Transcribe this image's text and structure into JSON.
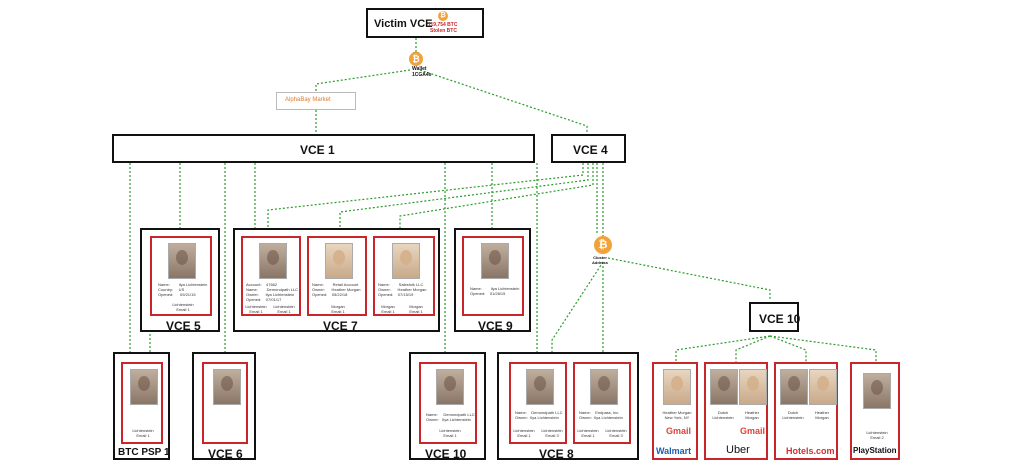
{
  "victim": {
    "title": "Victim VCE",
    "btc": "119,754 BTC",
    "stolen": "Stolen BTC"
  },
  "wallet": {
    "label": "Wallet\n1CGA4s"
  },
  "alphabay": {
    "label": "AlphaBay Market"
  },
  "vce1": "VCE 1",
  "vce4": "VCE 4",
  "cluster": {
    "label": "Cluster\nAddress"
  },
  "vce10_box": "VCE 10",
  "vce5": {
    "label": "VCE 5",
    "info": "Name:        Ilya Lichtenstein\nCountry:     US\nOpened:      09/21/15",
    "caption": "Lichtenstein\nEmail 1"
  },
  "vce7": {
    "label": "VCE 7",
    "c1": {
      "info": "Account:    47662\nName:        Demondpath LLC\nOwner:      Ilya Lichtenstein\nOpened:    07/01/17",
      "cap1": "Lichtenstein\nEmail 1",
      "cap2": "Lichtenstein\nEmail 1"
    },
    "c2": {
      "info": "Name:        Retail Account\nOwner:      Heather Morgan\nOpened:    05/22/18",
      "cap1": "Morgan\nEmail 1"
    },
    "c3": {
      "info": "Name:        Salesfolk LLC\nOwner:      Heather Morgan\nOpened:    07/15/19",
      "cap1": "Morgan\nEmail 1",
      "cap2": "Morgan\nEmail 1"
    }
  },
  "vce9": {
    "label": "VCE 9",
    "info": "Name:        Ilya Lichtenstein\nOpened:    01/28/15"
  },
  "btcpsp1": {
    "label": "BTC PSP 1",
    "caption": "Lichtenstein\nEmail 1"
  },
  "vce6": {
    "label": "VCE 6"
  },
  "vce10": {
    "label": "VCE 10",
    "info": "Name:     Demondpath LLC\nOwner:   Ilya Lichtenstein",
    "caption": "Lichtenstein\nEmail 1"
  },
  "vce8": {
    "label": "VCE 8",
    "c1": {
      "info": "Name:    Demondpath LLC\nOwner:  Ilya Lichtenstein",
      "cap1": "Lichtenstein\nEmail 1",
      "cap2": "Lichtenstein\nEmail 3"
    },
    "c2": {
      "info": "Name:    Endpass, Inc\nOwner:  Ilya Lichtenstein",
      "cap1": "Lichtenstein\nEmail 1",
      "cap2": "Lichtenstein\nEmail 3"
    }
  },
  "vce10_cards": {
    "c1": {
      "info": "Heather Morgan\nNew York, NY",
      "brand": "Gmail",
      "brand2": "Walmart"
    },
    "c2": {
      "info1": "Dutch\nLichtenstein",
      "info2": "Heather\nMorgan",
      "brand": "Gmail",
      "brand2": "Uber"
    },
    "c3": {
      "info1": "Dutch\nLichtenstein",
      "info2": "Heather\nMorgan",
      "brand2": "Hotels.com"
    },
    "c4": {
      "cap": "Lichtenstein\nEmail 2",
      "brand2": "PlayStation"
    }
  },
  "colors": {
    "red": "#c8262a",
    "green": "#2a9c2a",
    "btc": "#f2a23a"
  }
}
